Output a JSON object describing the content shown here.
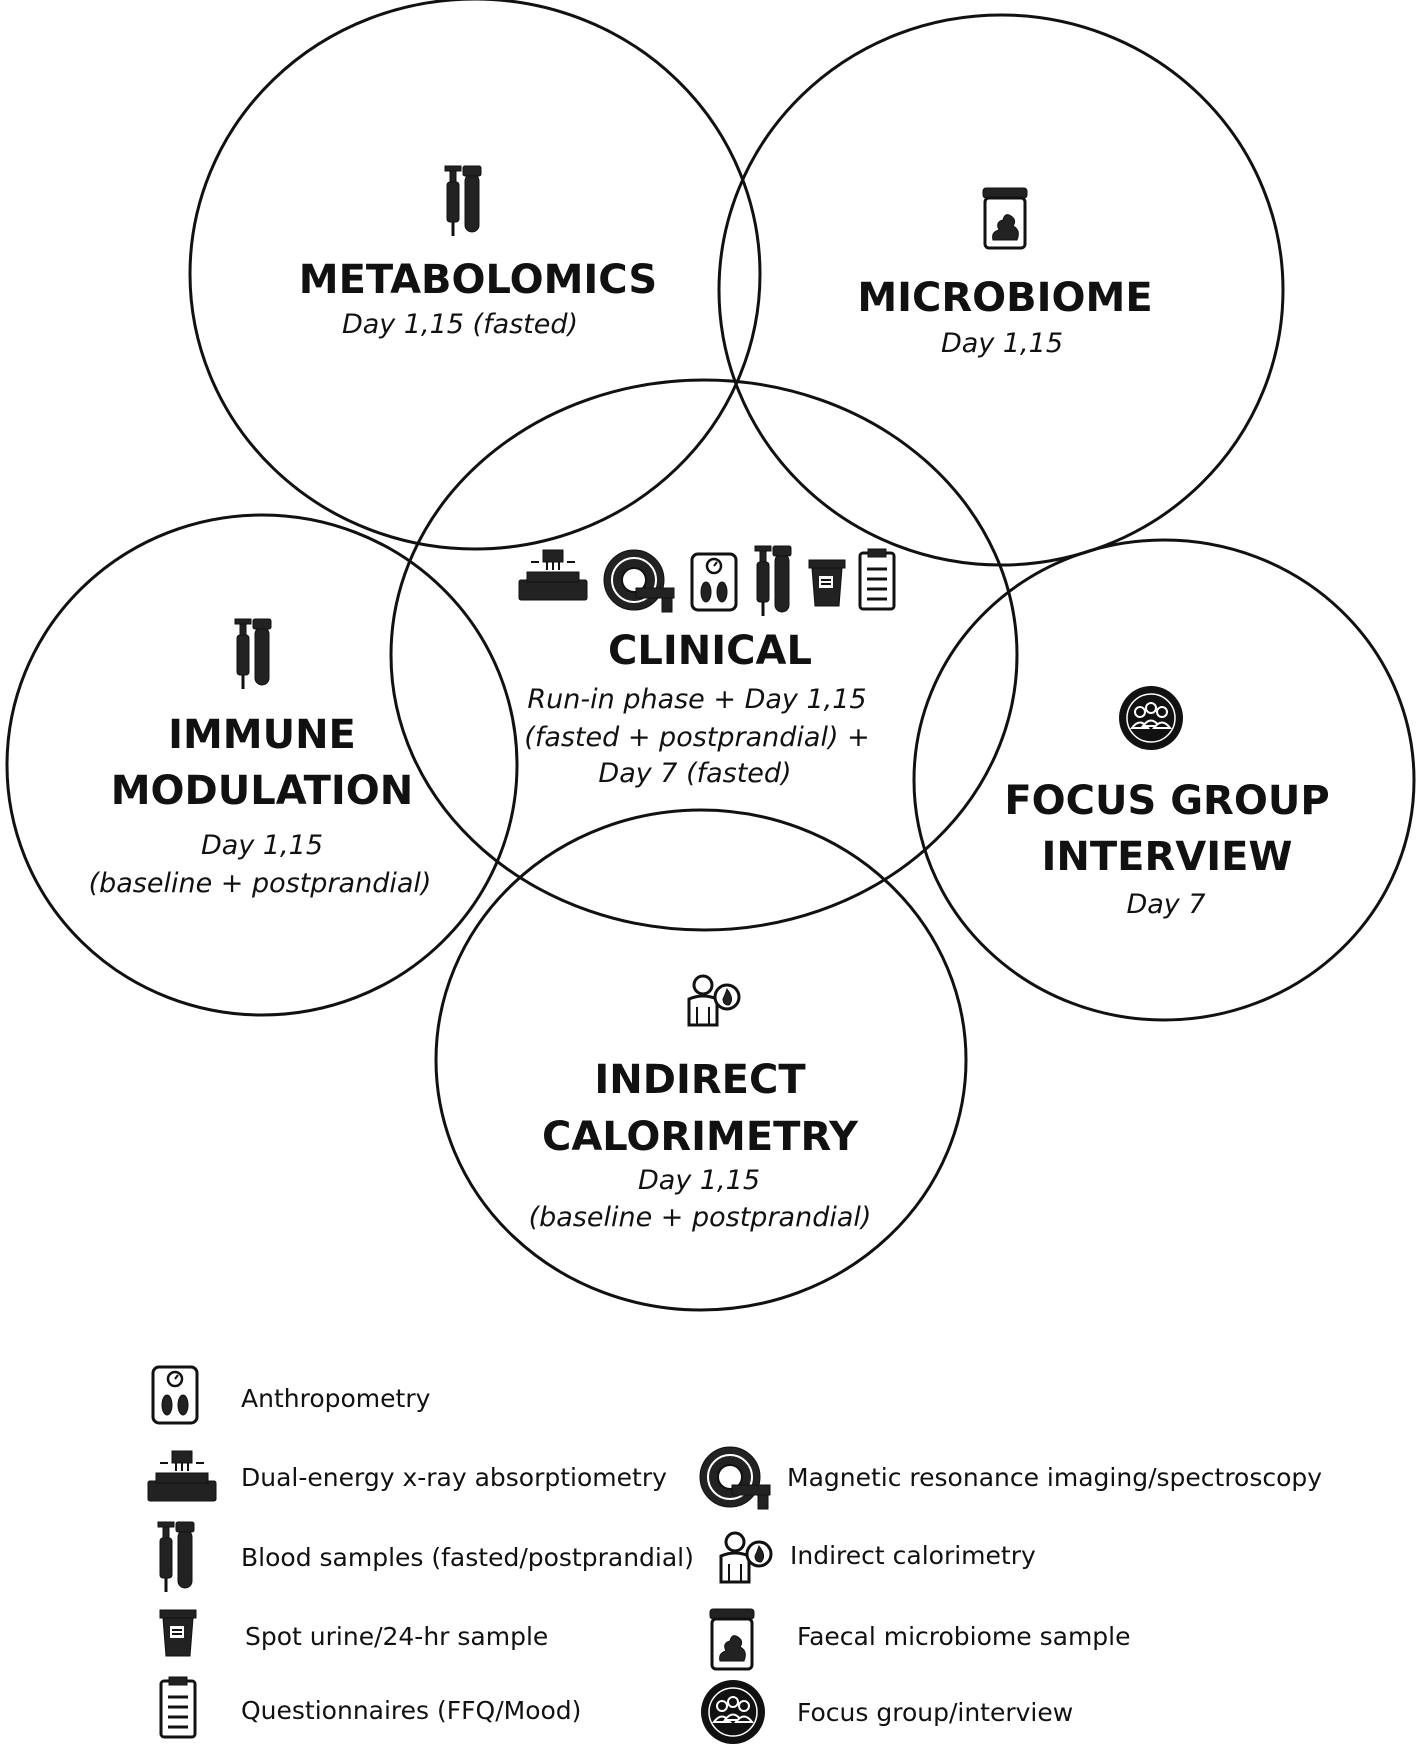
{
  "groups": {
    "metabolomics": {
      "title": "METABOLOMICS",
      "sub1": "Day 1,15 (fasted)"
    },
    "microbiome": {
      "title": "MICROBIOME",
      "sub1": "Day 1,15"
    },
    "clinical": {
      "title": "CLINICAL",
      "sub1": "Run-in phase + Day 1,15",
      "sub2": "(fasted + postprandial) +",
      "sub3": "Day 7 (fasted)"
    },
    "immune": {
      "title1": "IMMUNE",
      "title2": "MODULATION",
      "sub1": "Day 1,15",
      "sub2": "(baseline + postprandial)"
    },
    "focus": {
      "title1": "FOCUS GROUP",
      "title2": "INTERVIEW",
      "sub1": "Day 7"
    },
    "calorimetry": {
      "title1": "INDIRECT",
      "title2": "CALORIMETRY",
      "sub1": "Day 1,15",
      "sub2": "(baseline + postprandial)"
    }
  },
  "legend": {
    "anthropometry": "Anthropometry",
    "dxa": "Dual-energy x-ray absorptiometry",
    "mri": "Magnetic resonance imaging/spectroscopy",
    "blood": "Blood samples (fasted/postprandial)",
    "calorimetry": "Indirect calorimetry",
    "urine": "Spot urine/24-hr sample",
    "faecal": "Faecal microbiome sample",
    "questionnaires": "Questionnaires (FFQ/Mood)",
    "focus": "Focus group/interview"
  },
  "icons": [
    "blood-sample-icon",
    "faecal-sample-icon",
    "dxa-scanner-icon",
    "mri-scanner-icon",
    "scale-icon",
    "urine-cup-icon",
    "clipboard-icon",
    "person-flame-icon",
    "group-icon"
  ]
}
